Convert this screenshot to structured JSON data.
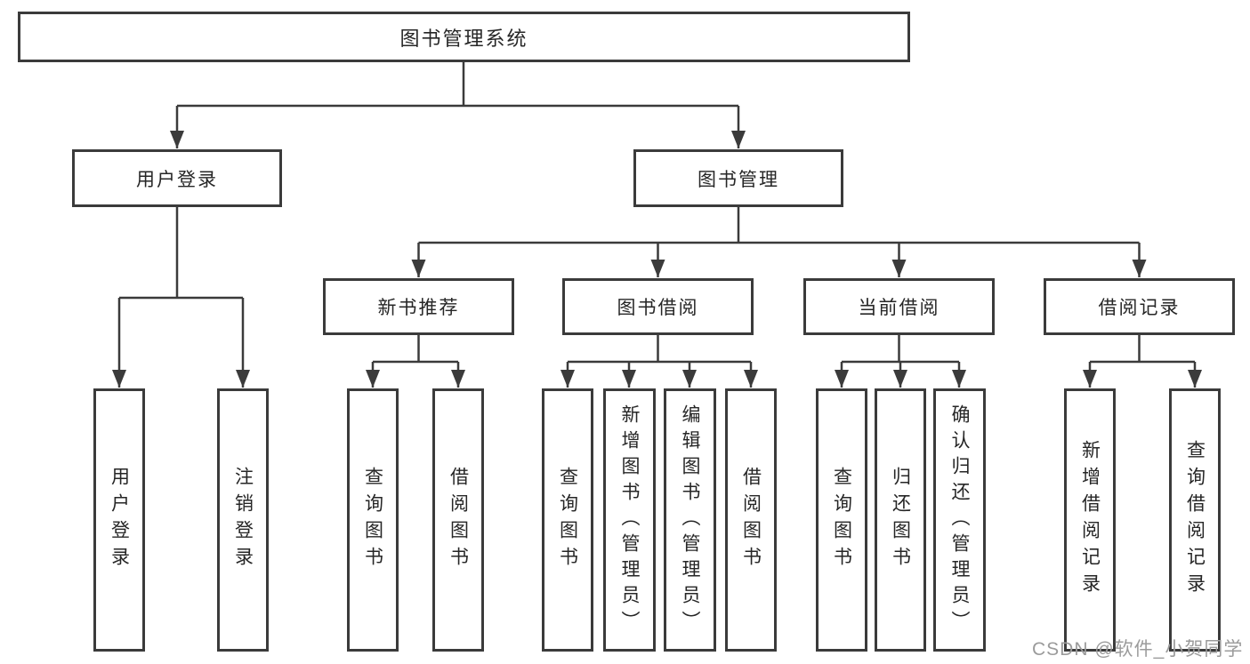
{
  "meta": {
    "description_label": "Library management system function structure diagram",
    "colors": {
      "background": "#ffffff",
      "line": "#3b3b3b",
      "box_border": "#3b3b3b",
      "text": "#262626",
      "watermark": "#9b9b9b"
    }
  },
  "watermark": "CSDN @软件_小贺同学",
  "nodes": {
    "root": "图书管理系统",
    "userLogin": "用户登录",
    "bookManagement": "图书管理",
    "newBookRecommend": "新书推荐",
    "bookBorrow": "图书借阅",
    "currentBorrow": "当前借阅",
    "borrowRecord": "借阅记录",
    "leafUserLogin": "用户登录",
    "leafLogout": "注销登录",
    "leafQueryBookA": "查询图书",
    "leafBorrowBookA": "借阅图书",
    "leafQueryBookB": "查询图书",
    "leafAddBook": "新增图书（管理员）",
    "leafEditBook": "编辑图书（管理员）",
    "leafBorrowBookB": "借阅图书",
    "leafQueryBookC": "查询图书",
    "leafReturnBook": "归还图书",
    "leafConfirmReturn": "确认归还（管理员）",
    "leafAddBorrowRecord": "新增借阅记录",
    "leafQueryBorrowRecord": "查询借阅记录"
  },
  "tree": {
    "label": "图书管理系统",
    "children": [
      {
        "label": "用户登录",
        "children": [
          {
            "label": "用户登录"
          },
          {
            "label": "注销登录"
          }
        ]
      },
      {
        "label": "图书管理",
        "children": [
          {
            "label": "新书推荐",
            "children": [
              {
                "label": "查询图书"
              },
              {
                "label": "借阅图书"
              }
            ]
          },
          {
            "label": "图书借阅",
            "children": [
              {
                "label": "查询图书"
              },
              {
                "label": "新增图书（管理员）"
              },
              {
                "label": "编辑图书（管理员）"
              },
              {
                "label": "借阅图书"
              }
            ]
          },
          {
            "label": "当前借阅",
            "children": [
              {
                "label": "查询图书"
              },
              {
                "label": "归还图书"
              },
              {
                "label": "确认归还（管理员）"
              }
            ]
          },
          {
            "label": "借阅记录",
            "children": [
              {
                "label": "新增借阅记录"
              },
              {
                "label": "查询借阅记录"
              }
            ]
          }
        ]
      }
    ]
  }
}
